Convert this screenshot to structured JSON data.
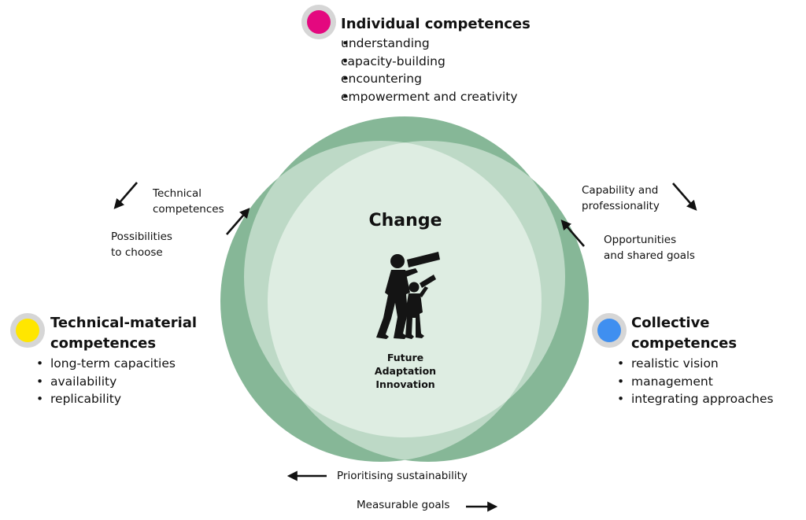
{
  "individual": {
    "title": "Individual competences",
    "items": [
      "understanding",
      "capacity-building",
      "encountering",
      "empowerment and creativity"
    ],
    "color": "#e4087f"
  },
  "technical": {
    "title_line1": "Technical-material",
    "title_line2": "competences",
    "items": [
      "long-term capacities",
      "availability",
      "replicability"
    ],
    "color": "#ffe600"
  },
  "collective": {
    "title_line1": "Collective",
    "title_line2": "competences",
    "items": [
      "realistic vision",
      "management",
      "integrating approaches"
    ],
    "color": "#3f8ff0"
  },
  "center": {
    "title": "Change",
    "words": [
      "Future",
      "Adaptation",
      "Innovation"
    ]
  },
  "arrow_labels": {
    "technical_competences": [
      "Technical",
      "competences"
    ],
    "possibilities": [
      "Possibilities",
      "to choose"
    ],
    "capability": [
      "Capability and",
      "professionality"
    ],
    "opportunities": [
      "Opportunities",
      "and shared goals"
    ],
    "prioritising": "Prioritising sustainability",
    "measurable": "Measurable goals"
  },
  "colors": {
    "circle": "#86b797",
    "overlap2": "#bdd9c6",
    "overlap3": "#deede2",
    "arrow": "#111111",
    "badge_ring": "#d6d6d6"
  }
}
